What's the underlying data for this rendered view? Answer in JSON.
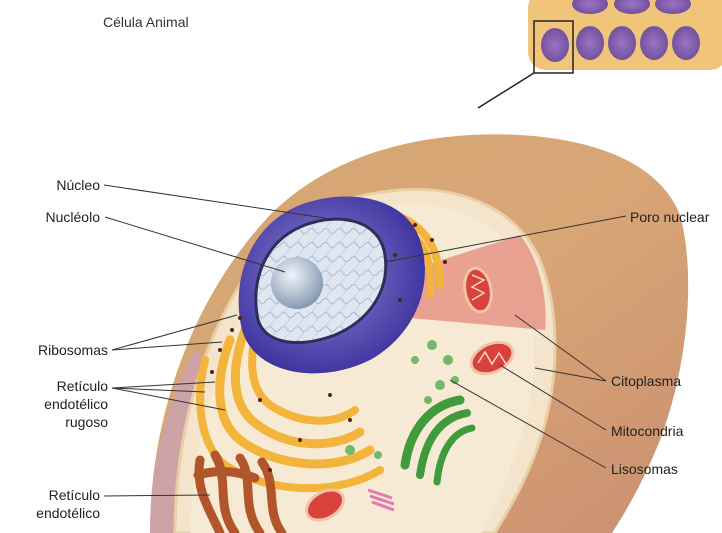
{
  "title": "Célula Animal",
  "labels": {
    "nucleo": "Núcleo",
    "nucleolo": "Nucléolo",
    "ribosomas": "Ribosomas",
    "reticulo_rugoso": [
      "Retículo",
      "endotélico",
      "rugoso"
    ],
    "reticulo_liso": [
      "Retículo",
      "endotélico"
    ],
    "poro_nuclear": "Poro nuclear",
    "citoplasma": "Citoplasma",
    "mitocondria": "Mitocondria",
    "lisosomas": "Lisosomas"
  },
  "colors": {
    "cell_body": "#d9a76f",
    "cytoplasm": "#f3e3cc",
    "nucleus": "#5a4fb8",
    "nucleolus": "#b7c8dc",
    "rough_er": "#f2b43a",
    "smooth_er": "#b2552a",
    "mitochondria": "#d8413c",
    "golgi": "#3f9b3c",
    "lysosome": "#6cb35a",
    "tissue_cell": "#9a6ab7"
  }
}
